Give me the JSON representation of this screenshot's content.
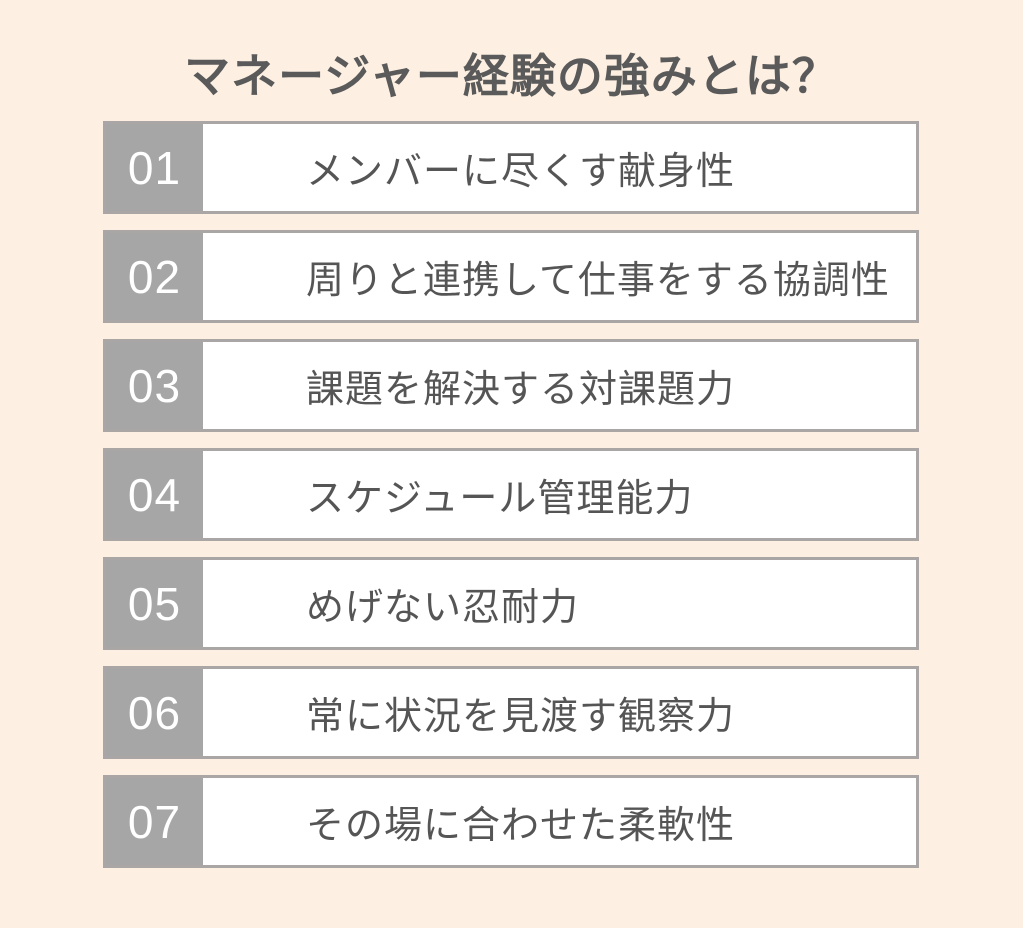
{
  "title": "マネージャー経験の強みとは？",
  "items": [
    {
      "number": "01",
      "text": "メンバーに尽くす献身性"
    },
    {
      "number": "02",
      "text": "周りと連携して仕事をする協調性"
    },
    {
      "number": "03",
      "text": "課題を解決する対課題力"
    },
    {
      "number": "04",
      "text": "スケジュール管理能力"
    },
    {
      "number": "05",
      "text": "めげない忍耐力"
    },
    {
      "number": "06",
      "text": "常に状況を見渡す観察力"
    },
    {
      "number": "07",
      "text": "その場に合わせた柔軟性"
    }
  ]
}
